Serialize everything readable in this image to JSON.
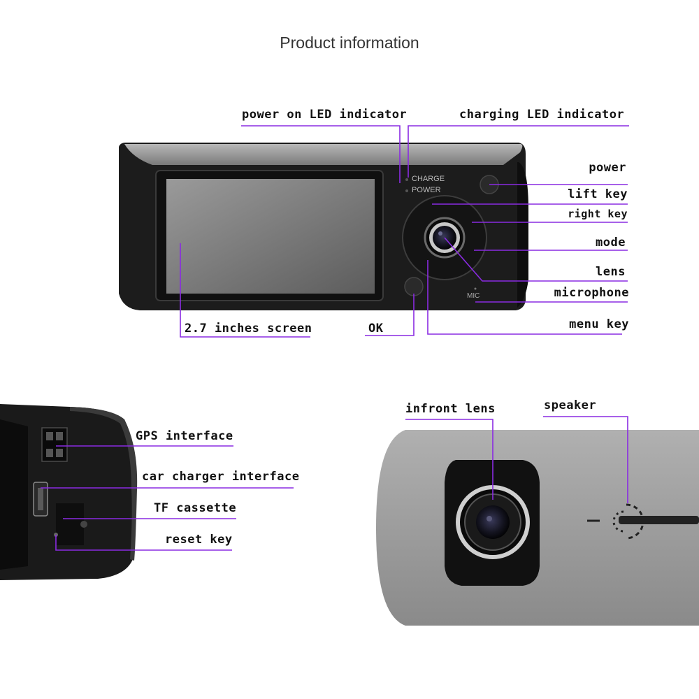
{
  "title": "Product information",
  "device_text": {
    "charge": "CHARGE",
    "power": "POWER",
    "mic": "MIC"
  },
  "labels": {
    "power_led": "power on LED indicator",
    "charging_led": "charging LED indicator",
    "power": "power",
    "lift_key": "lift key",
    "right_key": "right key",
    "mode": "mode",
    "lens": "lens",
    "microphone": "microphone",
    "menu_key": "menu key",
    "screen": "2.7 inches screen",
    "ok": "OK",
    "gps": "GPS interface",
    "car_charger": "car charger interface",
    "tf": "TF cassette",
    "reset": "reset key",
    "infront_lens": "infront lens",
    "speaker": "speaker"
  },
  "colors": {
    "leader": "#8a2be2",
    "body": "#1c1c1c",
    "grey": "#9a9a9a"
  }
}
